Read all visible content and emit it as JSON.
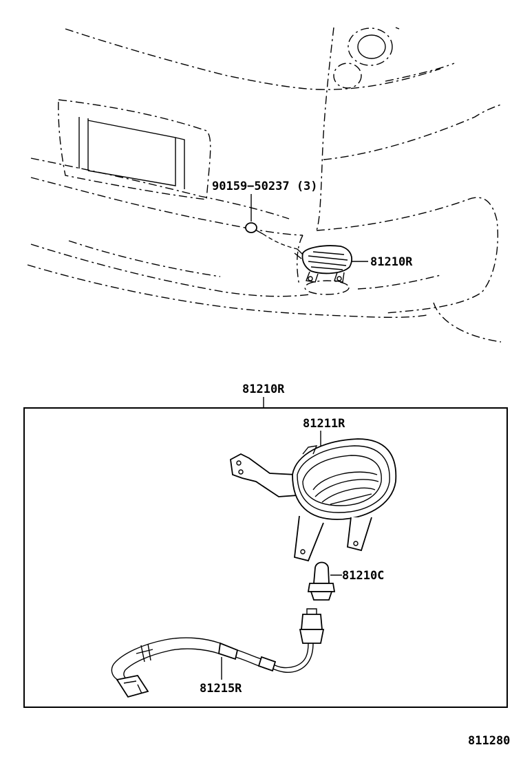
{
  "labels": {
    "bolt": "90159−50237 (3)",
    "fog_lamp_assy_top": "81210R",
    "fog_lamp_assy_box": "81210R",
    "lens_and_body": "81211R",
    "bulb": "81210C",
    "wire_harness": "81215R",
    "figure_number": "811280"
  }
}
